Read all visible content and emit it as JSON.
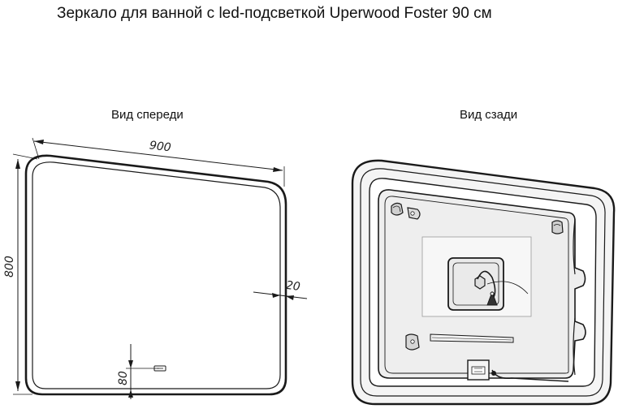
{
  "title": "Зеркало для ванной с led-подсветкой Uperwood Foster 90 см",
  "views": {
    "front": "Вид спереди",
    "back": "Вид сзади"
  },
  "dimensions": {
    "width": "900",
    "height": "800",
    "depth": "20",
    "switch_offset": "80"
  },
  "colors": {
    "line": "#1a1a1a",
    "frame_fill": "#f4f4f4",
    "panel_fill": "#eeeeee"
  }
}
